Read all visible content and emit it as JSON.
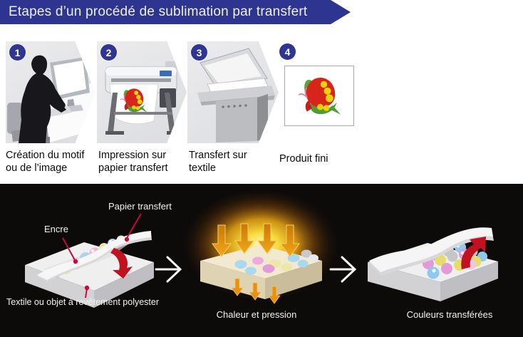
{
  "header": {
    "title": "Etapes d’un procédé de sublimation par transfert"
  },
  "steps": [
    {
      "number": "1",
      "caption1": "Création du motif",
      "caption2": "ou de l’image",
      "icon": "person-at-computer-icon"
    },
    {
      "number": "2",
      "caption1": "Impression sur",
      "caption2": "papier transfert",
      "icon": "large-format-printer-icon"
    },
    {
      "number": "3",
      "caption1": "Transfert sur",
      "caption2": "textile",
      "icon": "heat-press-icon"
    },
    {
      "number": "4",
      "caption1": "Produit fini",
      "caption2": "",
      "icon": "butterfly-print-icon"
    }
  ],
  "process_diagram": {
    "label_paper": "Papier transfert",
    "label_ink": "Encre",
    "label_textile": "Textile ou objet à revêtement polyester",
    "label_heat": "Chaleur et pression",
    "label_colors": "Couleurs transférées",
    "icons": [
      "curved-red-arrow-down-icon",
      "right-arrow-icon",
      "heat-arrows-down-icon",
      "curved-red-arrow-up-icon"
    ]
  },
  "colors": {
    "banner_blue": "#2e3590",
    "badge_blue": "#2f3590",
    "panel_gray": "#e3e4e6",
    "diagram_black": "#0d0a0a",
    "leader_red": "#c60a3a",
    "process_arrow_red": "#c0121f",
    "heat_arrow_orange": "#e8920a",
    "glow_yellow": "#f5d020",
    "white_text": "#f2f2f2"
  }
}
